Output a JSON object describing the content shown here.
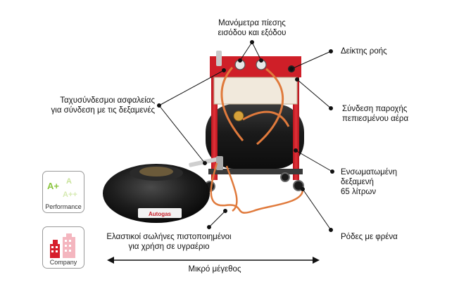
{
  "labels": {
    "pressure_gauges": [
      "Μανόμετρα πίεσης",
      "εισόδου και εξόδου"
    ],
    "flow_indicator": [
      "Δείκτης ροής"
    ],
    "quick_couplers": [
      "Ταχυσύνδεσμοι ασφαλείας",
      "για σύνδεση με τις δεξαμενές"
    ],
    "air_supply": [
      "Σύνδεση παροχής",
      "πεπιεσμένου αέρα"
    ],
    "built_in_tank": [
      "Ενσωματωμένη",
      "δεξαμενή",
      "65 λίτρων"
    ],
    "flexible_hoses": [
      "Ελαστικοί σωλήνες πιστοποιημένοι",
      "για χρήση σε υγραέριο"
    ],
    "wheels": [
      "Ρόδες με φρένα"
    ],
    "small_size": "Μικρό μέγεθος"
  },
  "badges": {
    "performance": {
      "caption": "Performance",
      "grades": [
        "A+",
        "A",
        "A++"
      ]
    },
    "company": {
      "caption": "Company"
    }
  },
  "product": {
    "tank_brand": "Autogas"
  },
  "colors": {
    "frame": "#d0202a",
    "hose": "#e07a3c",
    "tank": "#1b1b1b",
    "leader": "#111111"
  }
}
